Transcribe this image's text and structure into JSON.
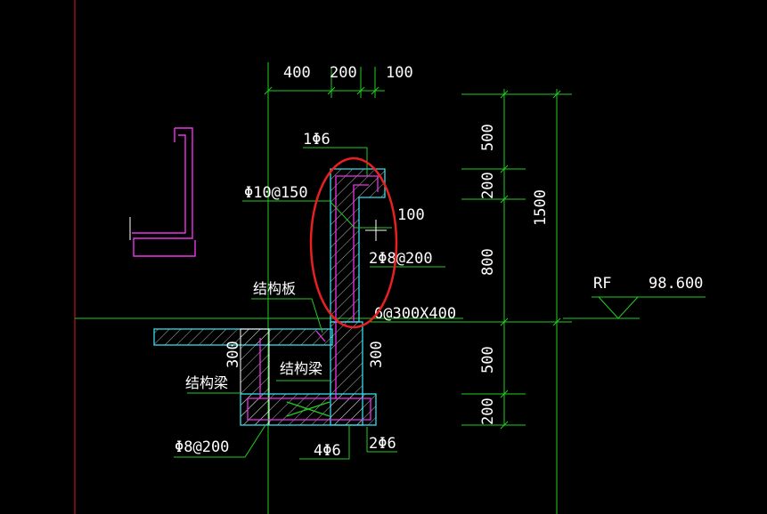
{
  "colors": {
    "background": "#000000",
    "dimension": "#22cc22",
    "concrete_outline": "#33ddee",
    "rebar": "#ee33ee",
    "hatch": "#ffffff",
    "axis_red": "#e21a1a",
    "highlight": "#e82020"
  },
  "top_dims": {
    "d400": "400",
    "d200": "200",
    "d100": "100"
  },
  "right_dims": {
    "d500_top": "500",
    "d200_top": "200",
    "d800": "800",
    "d500_bot": "500",
    "d200_bot": "200",
    "total": "1500"
  },
  "level": {
    "name": "RF",
    "value": "98.600"
  },
  "callouts": {
    "rebar_1phi6": "1Φ6",
    "rebar_phi10": "Φ10@150",
    "dim_100": "100",
    "rebar_2phi8": "2Φ8@200",
    "rebar_spacing": "6@300X400",
    "struct_slab": "结构板",
    "struct_beam_inner": "结构梁",
    "struct_beam_left": "结构梁",
    "rebar_phi8": "Φ8@200",
    "rebar_4phi6": "4Φ6",
    "rebar_2phi6": "2Φ6",
    "dim_300_left": "300",
    "dim_300_right": "300"
  }
}
